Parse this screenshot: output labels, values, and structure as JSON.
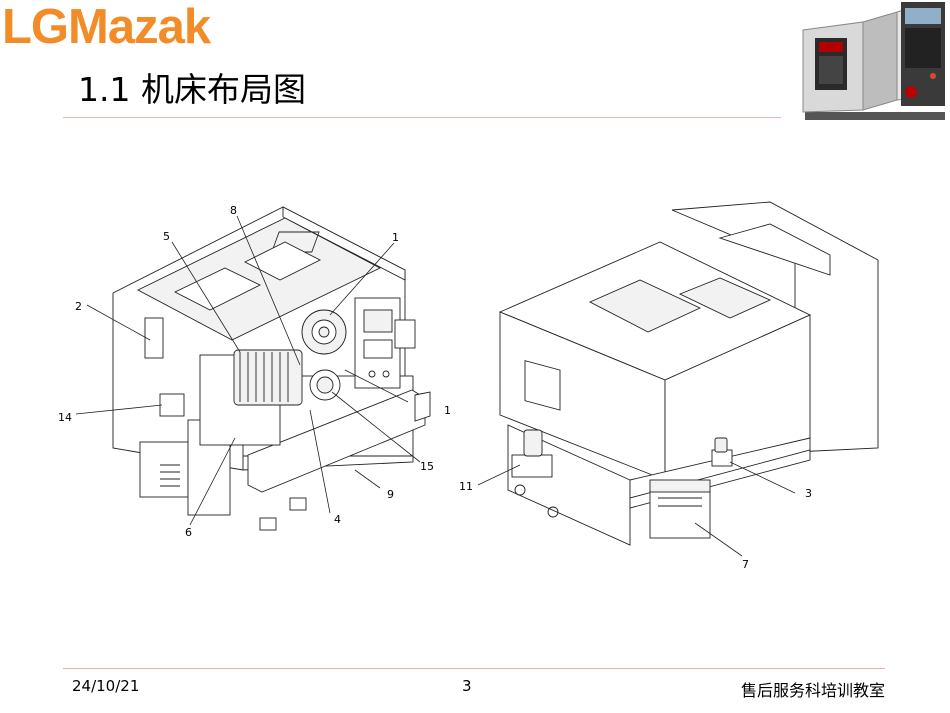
{
  "header": {
    "logo_text": "LGMazak",
    "title": "1.1 机床布局图",
    "accent_color": "#f28c28",
    "rule_color": "#e7b3b3"
  },
  "figure": {
    "front_view_callouts": [
      "1",
      "1",
      "2",
      "4",
      "5",
      "6",
      "8",
      "9",
      "14",
      "15"
    ],
    "rear_view_callouts": [
      "3",
      "7",
      "11"
    ]
  },
  "footer": {
    "date": "24/10/21",
    "page_number": "3",
    "right_text": "售后服务科培训教室"
  }
}
